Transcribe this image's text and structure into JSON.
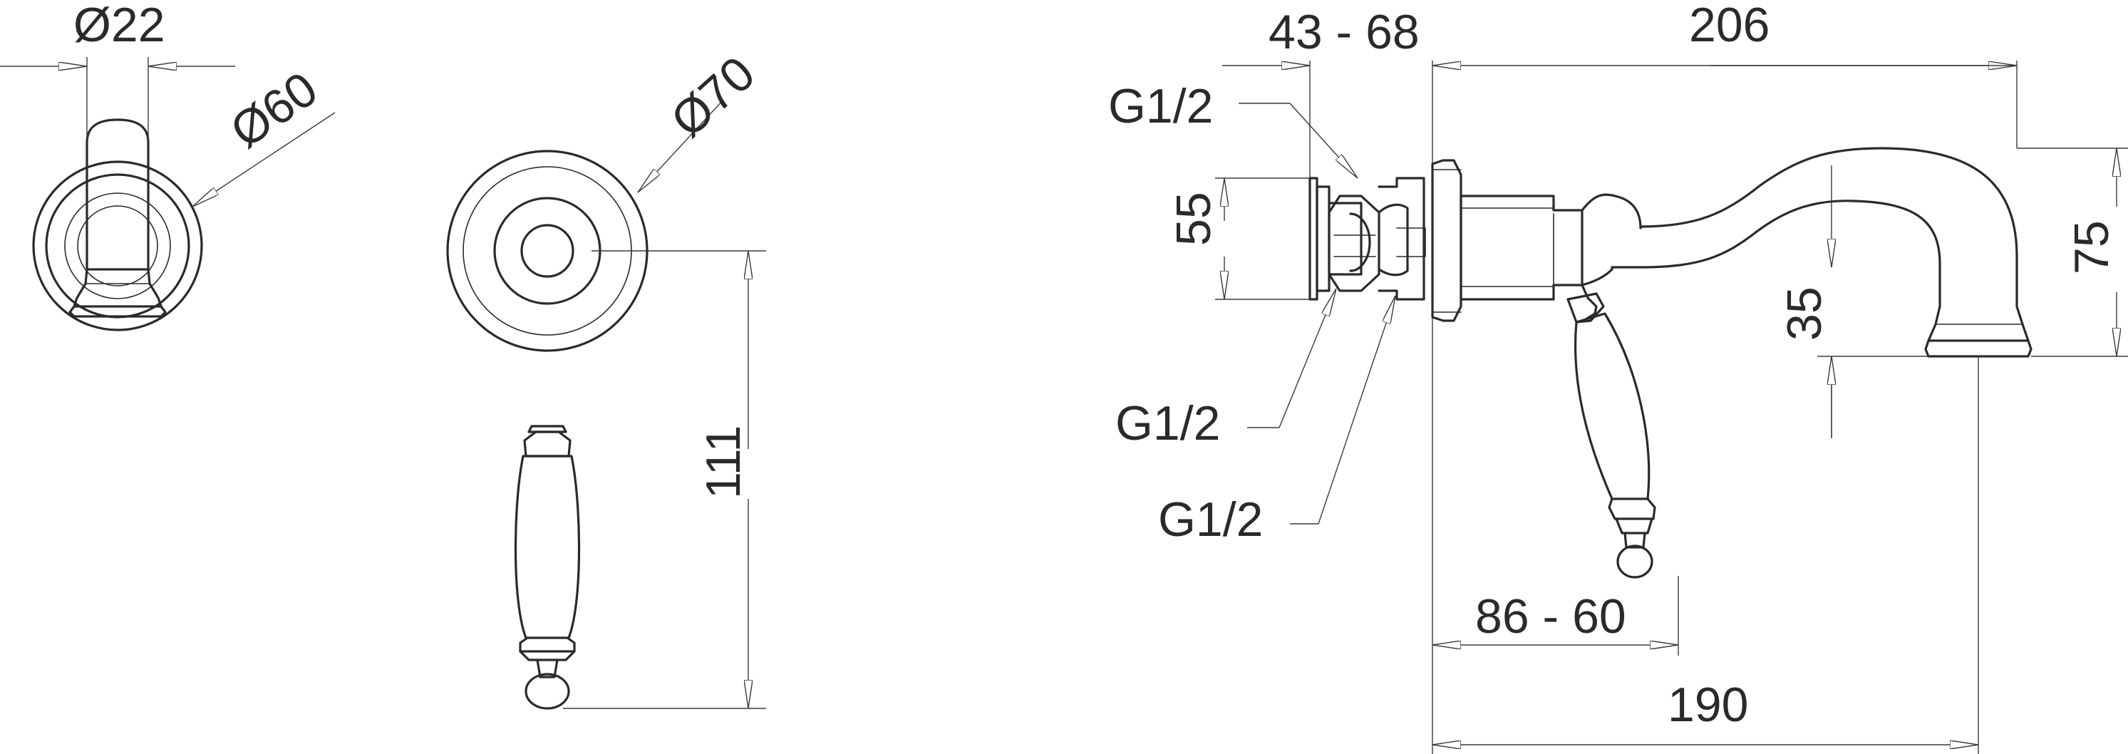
{
  "dimensions": {
    "spout_diameter": "Ø22",
    "small_rosette_diameter": "Ø60",
    "large_rosette_diameter": "Ø70",
    "handle_height": "111",
    "wall_depth": "43 - 68",
    "total_reach": "206",
    "body_height": "55",
    "spout_height": "75",
    "spout_clearance": "35",
    "handle_offset": "86 - 60",
    "outlet_reach": "190"
  },
  "threads": {
    "top": "G1/2",
    "middle": "G1/2",
    "bottom": "G1/2"
  }
}
